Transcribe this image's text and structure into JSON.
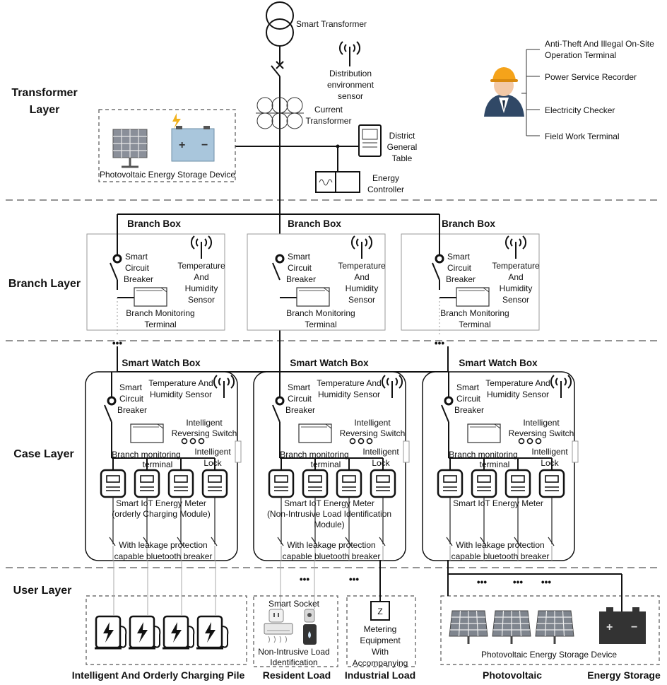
{
  "layers": {
    "transformer": [
      "Transformer",
      "Layer"
    ],
    "branch": "Branch Layer",
    "case": "Case Layer",
    "user": "User Layer"
  },
  "transformer_layer": {
    "smart_transformer": "Smart Transformer",
    "dist_sensor": [
      "Distribution",
      "environment",
      "sensor"
    ],
    "current_transformer": [
      "Current",
      "Transformer"
    ],
    "district_table": [
      "District",
      "General",
      "Table"
    ],
    "energy_controller": [
      "Energy",
      "Controller"
    ],
    "pv_storage": "Photovoltaic Energy Storage Device",
    "field_terminals": [
      [
        "Anti-Theft And Illegal On-Site",
        "Operation Terminal"
      ],
      [
        "Power Service Recorder"
      ],
      [
        "Electricity Checker"
      ],
      [
        "Field Work Terminal"
      ]
    ]
  },
  "branch_boxes": [
    {
      "title": "Branch Box",
      "breaker": [
        "Smart",
        "Circuit",
        "Breaker"
      ],
      "sensor": [
        "Temperature",
        "And",
        "Humidity",
        "Sensor"
      ],
      "terminal": [
        "Branch Monitoring",
        "Terminal"
      ]
    },
    {
      "title": "Branch Box",
      "breaker": [
        "Smart",
        "Circuit",
        "Breaker"
      ],
      "sensor": [
        "Temperature",
        "And",
        "Humidity",
        "Sensor"
      ],
      "terminal": [
        "Branch Monitoring",
        "Terminal"
      ]
    },
    {
      "title": "Branch Box",
      "breaker": [
        "Smart",
        "Circuit",
        "Breaker"
      ],
      "sensor": [
        "Temperature",
        "And",
        "Humidity",
        "Sensor"
      ],
      "terminal": [
        "Branch Monitoring",
        "Terminal"
      ]
    }
  ],
  "watch_boxes": [
    {
      "title": "Smart Watch Box",
      "breaker": [
        "Smart",
        "Circuit",
        "Breaker"
      ],
      "sensor": [
        "Temperature And",
        "Humidity Sensor"
      ],
      "reversing": [
        "Intelligent",
        "Reversing Switch"
      ],
      "terminal": [
        "Branch monitoring",
        "terminal"
      ],
      "lock": [
        "Intelligent",
        "Lock"
      ],
      "meter": [
        "Smart IoT Energy Meter",
        "(orderly Charging Module)"
      ],
      "leakage": [
        "With leakage protection",
        "capable bluetooth breaker"
      ]
    },
    {
      "title": "Smart Watch Box",
      "breaker": [
        "Smart",
        "Circuit",
        "Breaker"
      ],
      "sensor": [
        "Temperature And",
        "Humidity Sensor"
      ],
      "reversing": [
        "Intelligent",
        "Reversing Switch"
      ],
      "terminal": [
        "Branch monitoring",
        "terminal"
      ],
      "lock": [
        "Intelligent",
        "Lock"
      ],
      "meter": [
        "Smart IoT Energy Meter",
        "(Non-Intrusive Load Identification",
        "Module)"
      ],
      "leakage": [
        "With leakage protection",
        "capable bluetooth breaker"
      ]
    },
    {
      "title": "Smart Watch Box",
      "breaker": [
        "Smart",
        "Circuit",
        "Breaker"
      ],
      "sensor": [
        "Temperature And",
        "Humidity Sensor"
      ],
      "reversing": [
        "Intelligent",
        "Reversing Switch"
      ],
      "terminal": [
        "Branch monitoring",
        "terminal"
      ],
      "lock": [
        "Intelligent",
        "Lock"
      ],
      "meter": [
        "Smart IoT Energy Meter"
      ],
      "leakage": [
        "With leakage protection",
        "capable bluetooth breaker"
      ]
    }
  ],
  "user_layer": {
    "charging_pile": "Intelligent And Orderly Charging Pile",
    "smart_socket": "Smart Socket",
    "nil_ident": [
      "Non-Intrusive Load",
      "Identification"
    ],
    "resident_load": "Resident Load",
    "metering": [
      "Metering",
      "Equipment",
      "With",
      "Accompanying"
    ],
    "z_label": "Z",
    "industrial_load": "Industrial Load",
    "pv_storage_device": "Photovoltaic Energy Storage Device",
    "photovoltaic": "Photovoltaic",
    "energy_storage": "Energy Storage"
  },
  "ellipsis": "•••"
}
